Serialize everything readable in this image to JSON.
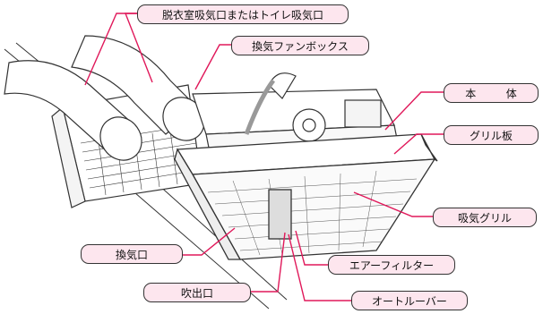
{
  "labels": {
    "bath_intake": "脱衣室吸気口またはトイレ吸気口",
    "fan_box": "換気ファンボックス",
    "body": "本　体",
    "grille_plate": "グリル板",
    "intake_grille": "吸気グリル",
    "vent_port": "換気口",
    "air_filter": "エアーフィルター",
    "outlet": "吹出口",
    "auto_louver": "オートルーバー"
  },
  "colors": {
    "callout_fill": "#fde6ee",
    "leader_line": "#e0185a",
    "outline": "#333333"
  }
}
